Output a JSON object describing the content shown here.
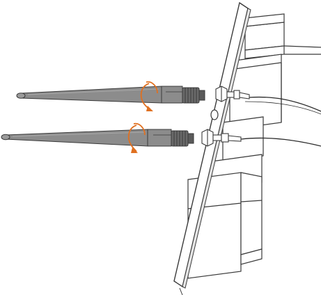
{
  "colors": {
    "background": "#ffffff",
    "outline": "#3a3a3a",
    "antenna_body": "#8c8c8c",
    "antenna_dark": "#5a5a5a",
    "connector_fill": "#ffffff",
    "rotation_arrow": "#e07020",
    "cable": "#2a2a2a"
  },
  "icons": {
    "upper_arrow": "rotate-clockwise-icon",
    "lower_arrow": "rotate-clockwise-icon"
  },
  "components": {
    "antennas": 2,
    "rotation_arrows": 2,
    "rp_sma_connectors": 2,
    "mounting_hole": 1
  }
}
